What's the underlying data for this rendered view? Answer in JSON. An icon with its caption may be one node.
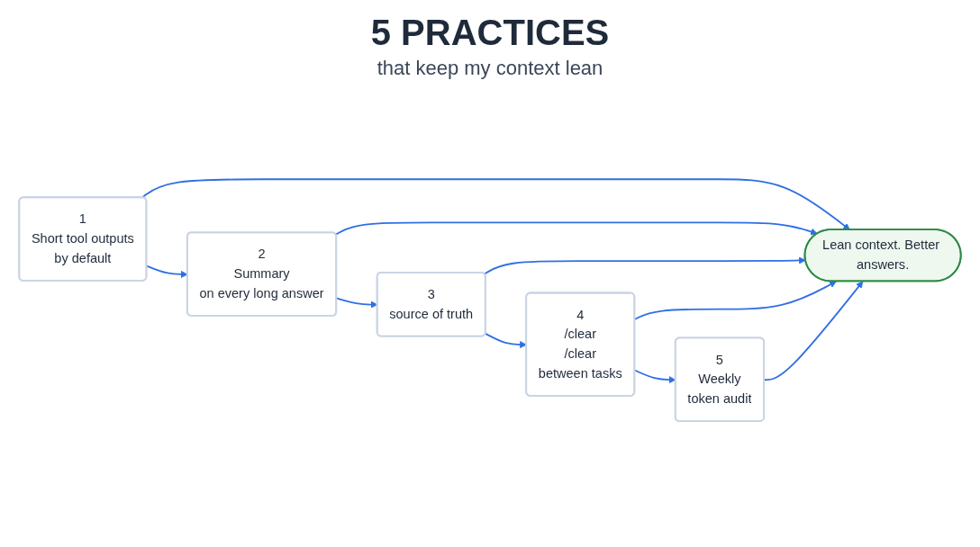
{
  "diagram": {
    "title": "5 PRACTICES",
    "nodes": [
      {
        "text": [
          "1",
          "Short tool outputs",
          "by default"
        ]
      },
      {
        "text": [
          "2",
          "Summary",
          "on every long answer"
        ]
      },
      {
        "text": [
          "3",
          "source of truth"
        ]
      },
      {
        "text": [
          "4",
          "/clear",
          "/clear",
          "between tasks"
        ]
      },
      {
        "text": [
          "5",
          "Weekly",
          "token audit"
        ]
      },
      {
        "text": [
          "Lean context. Better answers."
        ]
      }
    ],
    "edges": [
      {
        "from": 0,
        "to": 1,
        "arrow": "to"
      },
      {
        "from": 1,
        "to": 2,
        "arrow": "to"
      },
      {
        "from": 2,
        "to": 3,
        "arrow": "to"
      },
      {
        "from": 3,
        "to": 4,
        "arrow": "to"
      },
      {
        "from": 0,
        "to": 5,
        "arrow": "to"
      },
      {
        "from": 1,
        "to": 5,
        "arrow": "to"
      },
      {
        "from": 2,
        "to": 5,
        "arrow": "to"
      },
      {
        "from": 3,
        "to": 5,
        "arrow": "to"
      },
      {
        "from": 4,
        "to": 5,
        "arrow": "to"
      }
    ],
    "labels": [
      "that keep my context lean"
    ]
  }
}
